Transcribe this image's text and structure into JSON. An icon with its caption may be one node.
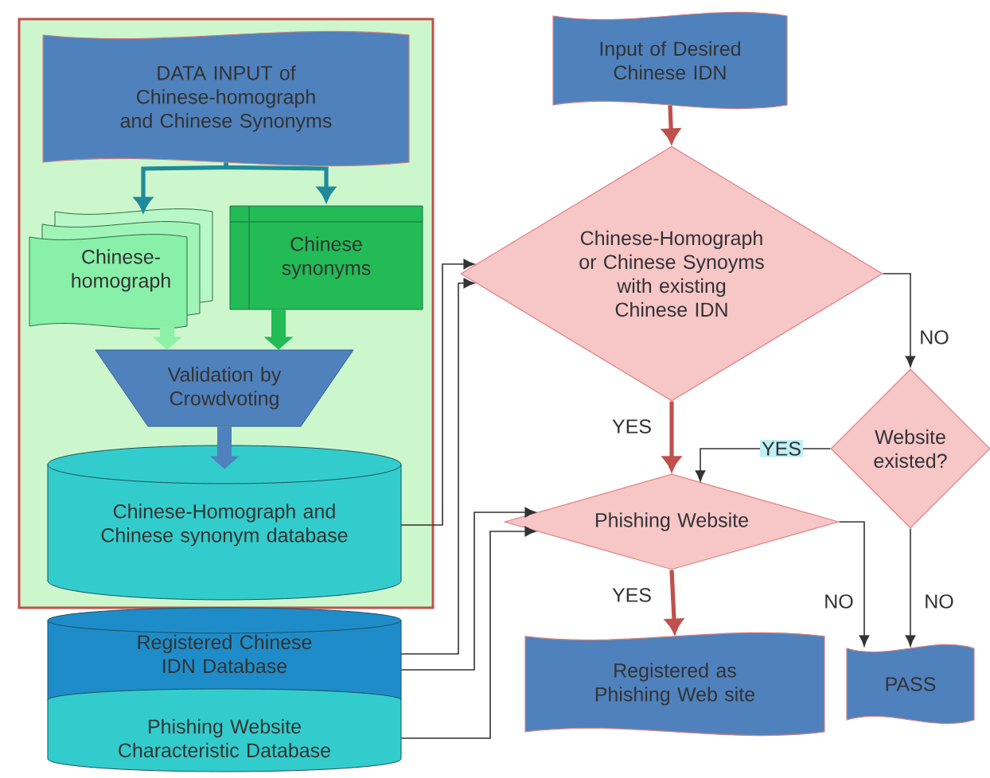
{
  "diagram": {
    "nodes": [
      {
        "text": [],
        "shape": "box"
      },
      {
        "text": [
          "DATA INPUT of Chinese-homograph and Chinese Synonyms"
        ],
        "in": 0
      },
      {
        "text": [
          "Chinese-homograph"
        ],
        "in": 0
      },
      {
        "text": [
          "Chinese synonyms"
        ],
        "in": 0
      },
      {
        "text": [
          "Validation by Crowdvoting"
        ],
        "in": 0
      },
      {
        "text": [
          "Chinese-Homograph and Chinese synonym database"
        ],
        "in": 0
      },
      {
        "text": [
          "Registered Chinese IDN Database"
        ]
      },
      {
        "text": [
          "Phishing Website Characteristic Database"
        ]
      },
      {
        "text": [
          "Input of Desired Chinese IDN"
        ]
      },
      {
        "text": [
          "Chinese-Homograph or Chinese Synoyms with existing Chinese IDN"
        ]
      },
      {
        "text": [
          "Website existed?"
        ]
      },
      {
        "text": [
          "Phishing Website"
        ]
      },
      {
        "text": [
          "Registered as Phishing Web site"
        ]
      },
      {
        "text": [
          "PASS"
        ]
      }
    ],
    "edges": [
      {
        "from": 1,
        "to": 2,
        "arrow": "to",
        "style": "thick",
        "color": "#1f8a9a"
      },
      {
        "from": 1,
        "to": 3,
        "arrow": "to",
        "style": "thick",
        "color": "#1f8a9a"
      },
      {
        "from": 2,
        "to": 4,
        "arrow": "to",
        "style": "thick",
        "color": "#8ff0a8"
      },
      {
        "from": 3,
        "to": 4,
        "arrow": "to",
        "style": "thick",
        "color": "#22bb55"
      },
      {
        "from": 4,
        "to": 5,
        "arrow": "to",
        "style": "thick",
        "color": "#4f81bd"
      },
      {
        "from": 8,
        "to": 9,
        "arrow": "to",
        "style": "thick",
        "color": "#c0504d"
      },
      {
        "from": 5,
        "to": 9,
        "arrow": "to"
      },
      {
        "from": 6,
        "to": 9,
        "arrow": "to"
      },
      {
        "from": 6,
        "to": 11,
        "arrow": "to"
      },
      {
        "from": 7,
        "to": 11,
        "arrow": "to"
      },
      {
        "from": 9,
        "to": 11,
        "arrow": "to",
        "label": "YES",
        "style": "thick",
        "color": "#c0504d"
      },
      {
        "from": 9,
        "to": 10,
        "arrow": "to",
        "label": "NO"
      },
      {
        "from": 10,
        "to": 11,
        "arrow": "to",
        "label": "YES"
      },
      {
        "from": 11,
        "to": 12,
        "arrow": "to",
        "label": "YES",
        "style": "thick",
        "color": "#c0504d"
      },
      {
        "from": 11,
        "to": 13,
        "arrow": "to",
        "label": "NO"
      },
      {
        "from": 10,
        "to": 13,
        "arrow": "to",
        "label": "NO"
      }
    ]
  }
}
